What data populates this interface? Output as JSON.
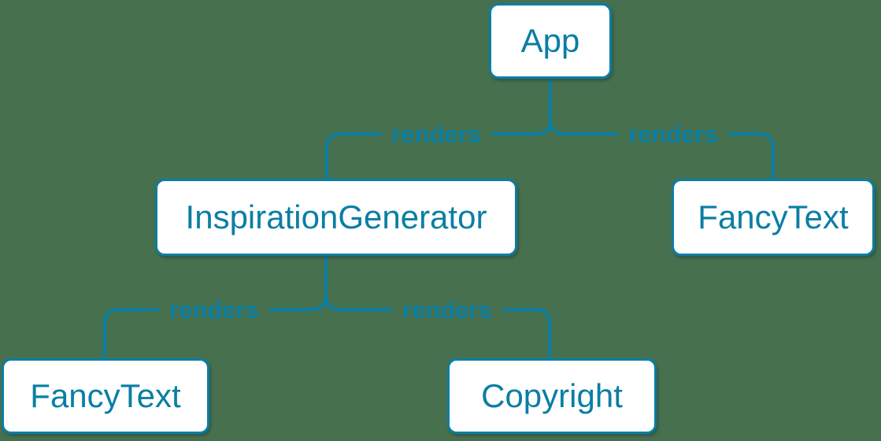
{
  "colors": {
    "background": "#47714E",
    "accent": "#0A7EA4",
    "node_background": "#FFFFFF"
  },
  "diagram": {
    "type": "tree",
    "nodes": [
      {
        "id": "app",
        "label": "App"
      },
      {
        "id": "inspiration-generator",
        "label": "InspirationGenerator"
      },
      {
        "id": "fancy-text-top",
        "label": "FancyText"
      },
      {
        "id": "fancy-text-bottom",
        "label": "FancyText"
      },
      {
        "id": "copyright",
        "label": "Copyright"
      }
    ],
    "edges": [
      {
        "from": "App",
        "to": "InspirationGenerator",
        "label": "renders"
      },
      {
        "from": "App",
        "to": "FancyText",
        "label": "renders"
      },
      {
        "from": "InspirationGenerator",
        "to": "FancyText",
        "label": "renders"
      },
      {
        "from": "InspirationGenerator",
        "to": "Copyright",
        "label": "renders"
      }
    ]
  }
}
